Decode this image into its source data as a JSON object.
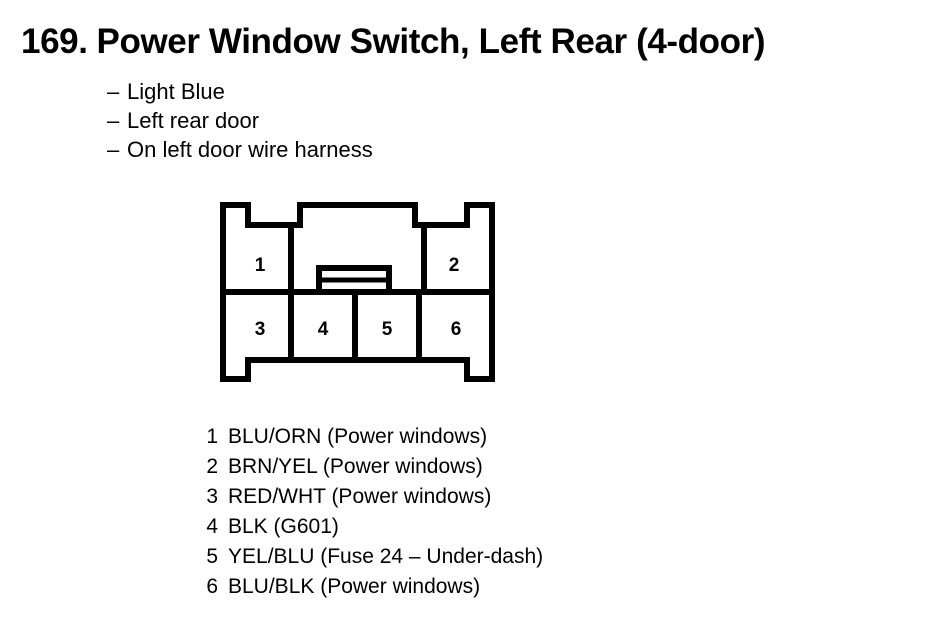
{
  "title": {
    "number": "169.",
    "text": "Power Window Switch, Left Rear (4-door)"
  },
  "attributes": {
    "dash": "–",
    "items": [
      "Light Blue",
      "Left rear door",
      "On left door wire harness"
    ]
  },
  "connector": {
    "cavity_labels": {
      "p1": "1",
      "p2": "2",
      "p3": "3",
      "p4": "4",
      "p5": "5",
      "p6": "6"
    },
    "line_color": "#000000",
    "fill_color": "#ffffff"
  },
  "pins": [
    {
      "index": "1",
      "circuit": "BLU/ORN (Power windows)"
    },
    {
      "index": "2",
      "circuit": "BRN/YEL (Power windows)"
    },
    {
      "index": "3",
      "circuit": "RED/WHT (Power windows)"
    },
    {
      "index": "4",
      "circuit": "BLK (G601)"
    },
    {
      "index": "5",
      "circuit": "YEL/BLU (Fuse 24 – Under-dash)"
    },
    {
      "index": "6",
      "circuit": "BLU/BLK (Power windows)"
    }
  ]
}
